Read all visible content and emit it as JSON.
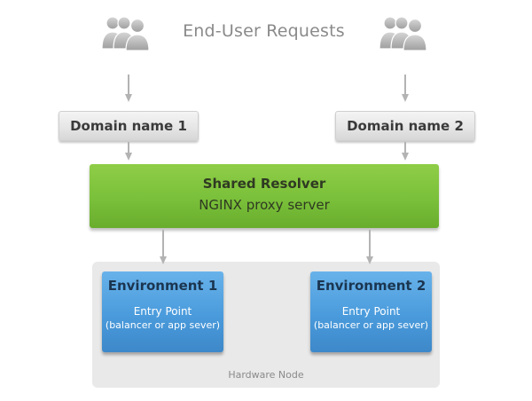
{
  "header": {
    "title": "End-User Requests"
  },
  "domains": [
    {
      "label": "Domain name 1"
    },
    {
      "label": "Domain name 2"
    }
  ],
  "resolver": {
    "title": "Shared Resolver",
    "subtitle": "NGINX proxy server"
  },
  "environments": [
    {
      "title": "Environment 1",
      "entry": "Entry Point",
      "note": "(balancer or app sever)"
    },
    {
      "title": "Environment 2",
      "entry": "Entry Point",
      "note": "(balancer or app sever)"
    }
  ],
  "node": {
    "label": "Hardware Node"
  },
  "colors": {
    "resolver_green": "#7ac03a",
    "environment_blue": "#4a9bdc",
    "domain_gray": "#e6e6e6",
    "node_gray": "#e9e9e9",
    "arrow_gray": "#b3b3b3"
  },
  "icons": {
    "users": "users-group-icon",
    "arrow": "arrow-down-icon"
  }
}
